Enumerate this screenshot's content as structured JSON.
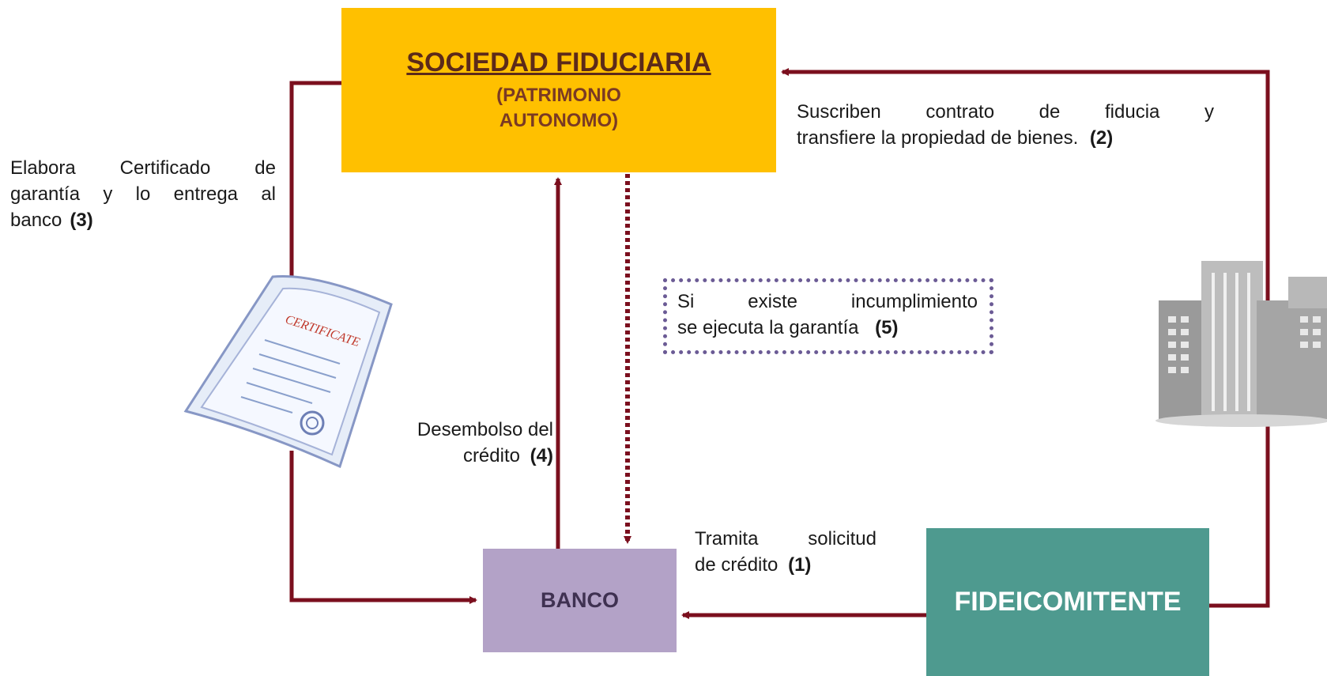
{
  "nodes": {
    "sociedad": {
      "title": "SOCIEDAD FIDUCIARIA",
      "subtitle_1": "(PATRIMONIO",
      "subtitle_2": "AUTONOMO)"
    },
    "banco": {
      "label": "BANCO"
    },
    "fideicomitente": {
      "label": "FIDEICOMITENTE"
    }
  },
  "steps": {
    "s1": {
      "line1": "Tramita solicitud",
      "line2": "de crédito",
      "num": "(1)"
    },
    "s2": {
      "line1": "Suscriben contrato de fiducia y",
      "line2": "transfiere la propiedad de bienes.",
      "num": "(2)"
    },
    "s3": {
      "line1": "Elabora Certificado de",
      "line2": "garantía y lo entrega al",
      "line3": "banco",
      "num": "(3)"
    },
    "s4": {
      "line1": "Desembolso del",
      "line2": "crédito",
      "num": "(4)"
    },
    "s5": {
      "line1": "Si existe incumplimiento",
      "line2": "se ejecuta la garantía",
      "num": "(5)"
    }
  },
  "certificate": {
    "heading": "CERTIFICATE"
  },
  "colors": {
    "arrow": "#7b0f1e",
    "dotted_arrow": "#7b0f1e",
    "sociedad_fill": "#ffc000",
    "banco_fill": "#b3a2c7",
    "fideicomitente_fill": "#4e9a8f",
    "note_border": "#6b5b95"
  },
  "icons": [
    "certificate-icon",
    "buildings-icon"
  ]
}
